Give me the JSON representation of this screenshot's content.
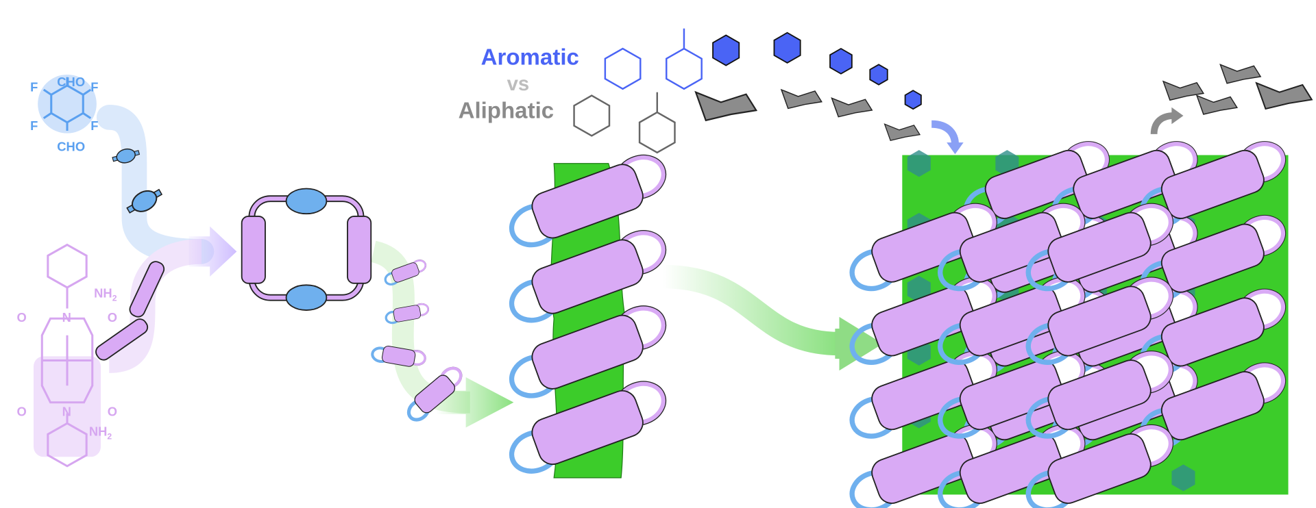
{
  "colors": {
    "aldehyde": "#5aa0f0",
    "diamine": "#d6a6f0",
    "pill": "#d9aaf5",
    "loop": "#6fb0ee",
    "green": "#3ccc2a",
    "aromatic": "#4a64f5",
    "aliphatic": "#8a8a8a"
  },
  "aldehyde": {
    "top_group": "CHO",
    "bottom_group": "CHO",
    "substituents": [
      "F",
      "F",
      "F",
      "F"
    ]
  },
  "diamine": {
    "amine_top": "NH",
    "amine_bottom": "NH",
    "subscript": "2",
    "imide_n": [
      "N",
      "N"
    ],
    "carbonyl_o": [
      "O",
      "O",
      "O",
      "O"
    ]
  },
  "legend": {
    "aromatic_label": "Aromatic",
    "vs_label": "vs",
    "aliphatic_label": "Aliphatic"
  }
}
